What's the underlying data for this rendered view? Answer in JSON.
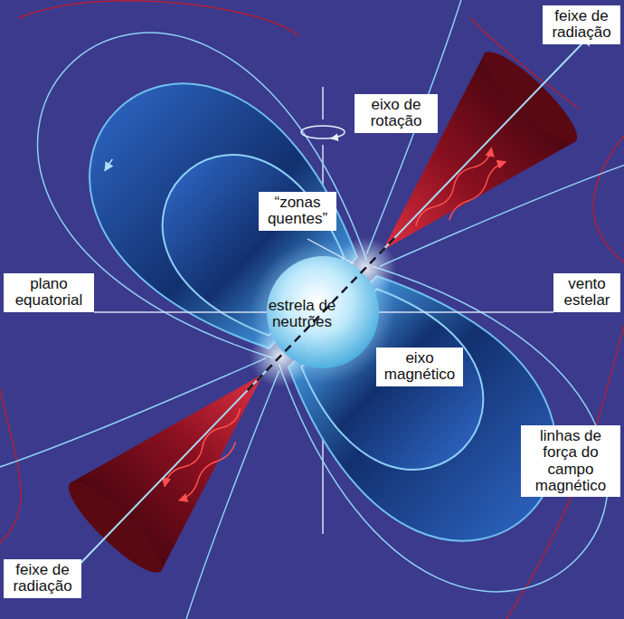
{
  "diagram": {
    "labels": [
      "feixe de radiação",
      "eixo de rotação",
      "“zonas quentes”",
      "estrela de neutrões",
      "plano equatorial",
      "vento estelar",
      "eixo magnético",
      "linhas de força do campo magnético",
      "feixe de radiação"
    ]
  }
}
